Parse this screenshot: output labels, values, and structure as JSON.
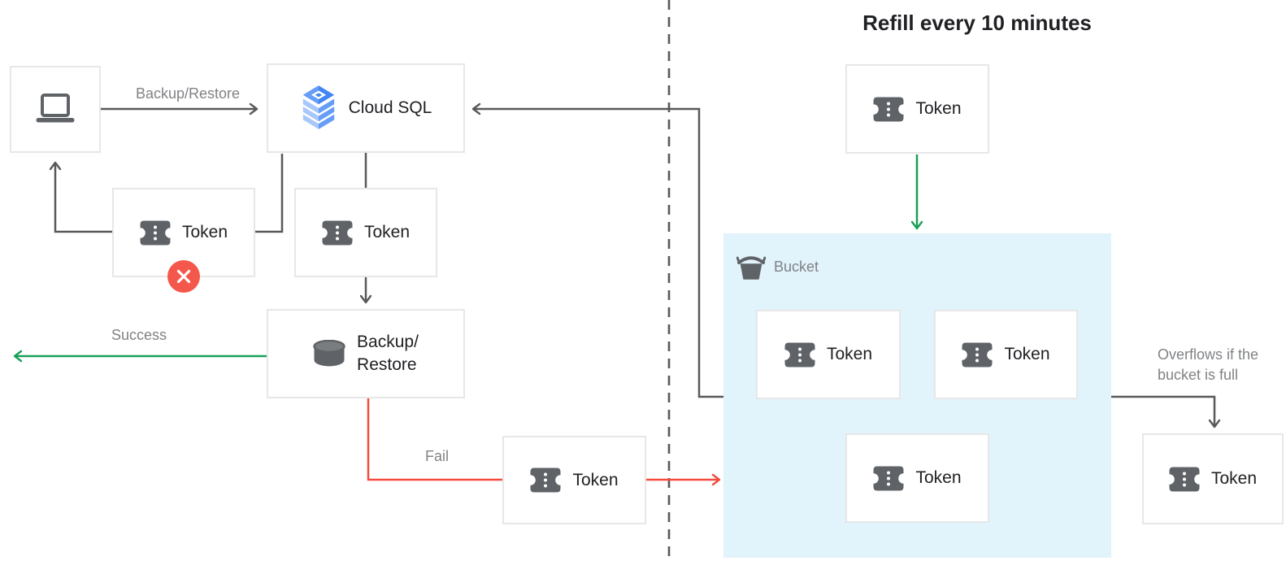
{
  "title": "Refill every 10 minutes",
  "nodes": {
    "cloud_sql": "Cloud SQL",
    "backup_restore_line1": "Backup/",
    "backup_restore_line2": "Restore",
    "token": "Token",
    "bucket": "Bucket"
  },
  "edge_labels": {
    "backup_restore": "Backup/Restore",
    "success": "Success",
    "fail": "Fail",
    "overflow_line1": "Overflows if the",
    "overflow_line2": "bucket is full"
  },
  "icons": {
    "laptop": "laptop-icon",
    "cloud_sql": "cloud-sql-stack-icon",
    "token": "token-ticket-icon",
    "database": "database-cylinder-icon",
    "bucket": "bucket-icon",
    "error": "error-x-icon"
  },
  "colors": {
    "green_arrow": "#18A058",
    "red_arrow": "#F44B3E",
    "red_badge": "#F4584C",
    "dark_line": "#58595B",
    "gray_text": "#808285",
    "node_text": "#202124",
    "bucket_fill": "#E1F3FB",
    "box_border": "#E7E7E7",
    "icon_gray": "#5F6368",
    "cloud_sql_blue": "#4285F4",
    "cloud_sql_light_blue": "#A8C7FA",
    "cloud_sql_mid_blue": "#669DF6"
  }
}
